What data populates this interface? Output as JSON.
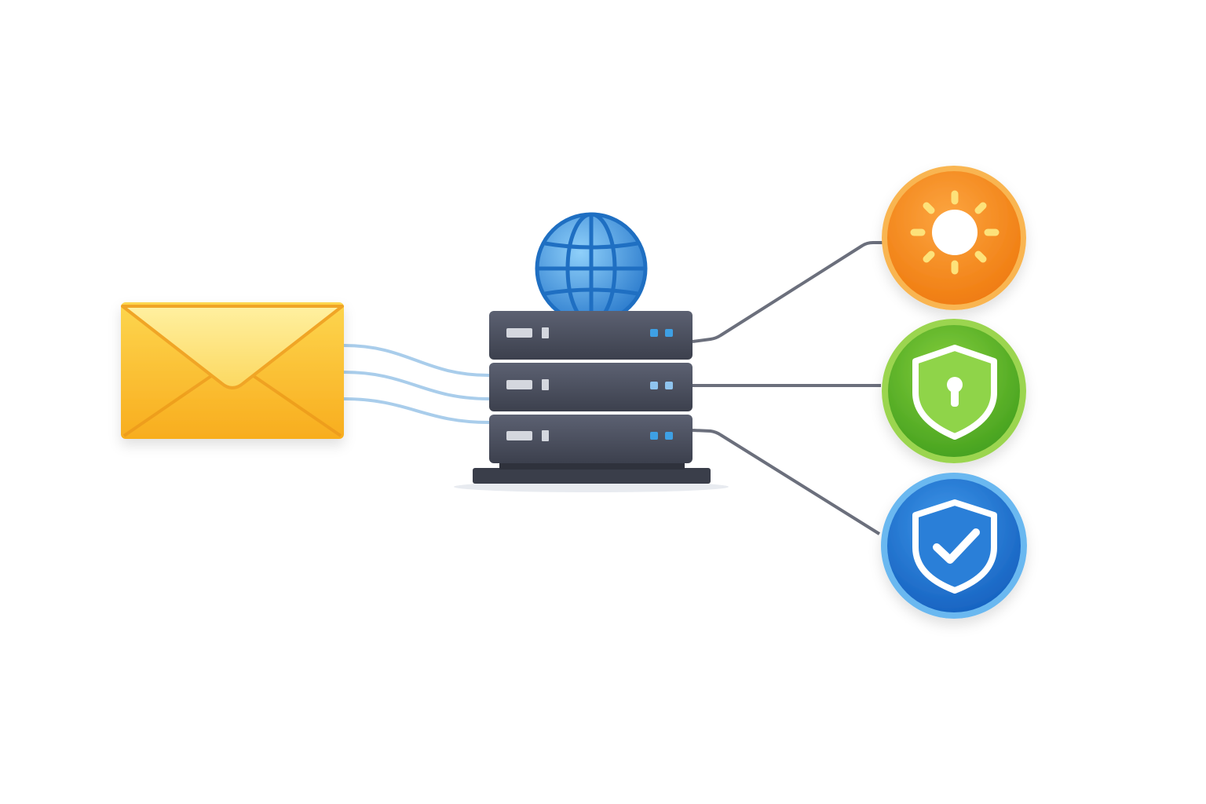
{
  "diagram": {
    "nodes": [
      {
        "id": "email",
        "icon": "envelope-icon",
        "color": "#f9b428"
      },
      {
        "id": "server",
        "icon": "server-rack-icon",
        "color": "#4a4f5e"
      },
      {
        "id": "web",
        "icon": "globe-icon",
        "color": "#2f86d6"
      },
      {
        "id": "sun",
        "icon": "sun-icon",
        "color": "#f48a1c"
      },
      {
        "id": "lock-shield",
        "icon": "shield-lock-icon",
        "color": "#5cb52a"
      },
      {
        "id": "check-shield",
        "icon": "shield-check-icon",
        "color": "#1f74cf"
      }
    ],
    "connections": [
      {
        "from": "email",
        "to": "server",
        "color": "#a9cdeb",
        "count": 3
      },
      {
        "from": "server",
        "to": "sun",
        "color": "#6b6f7c"
      },
      {
        "from": "server",
        "to": "lock-shield",
        "color": "#6b6f7c"
      },
      {
        "from": "server",
        "to": "check-shield",
        "color": "#6b6f7c"
      }
    ]
  }
}
